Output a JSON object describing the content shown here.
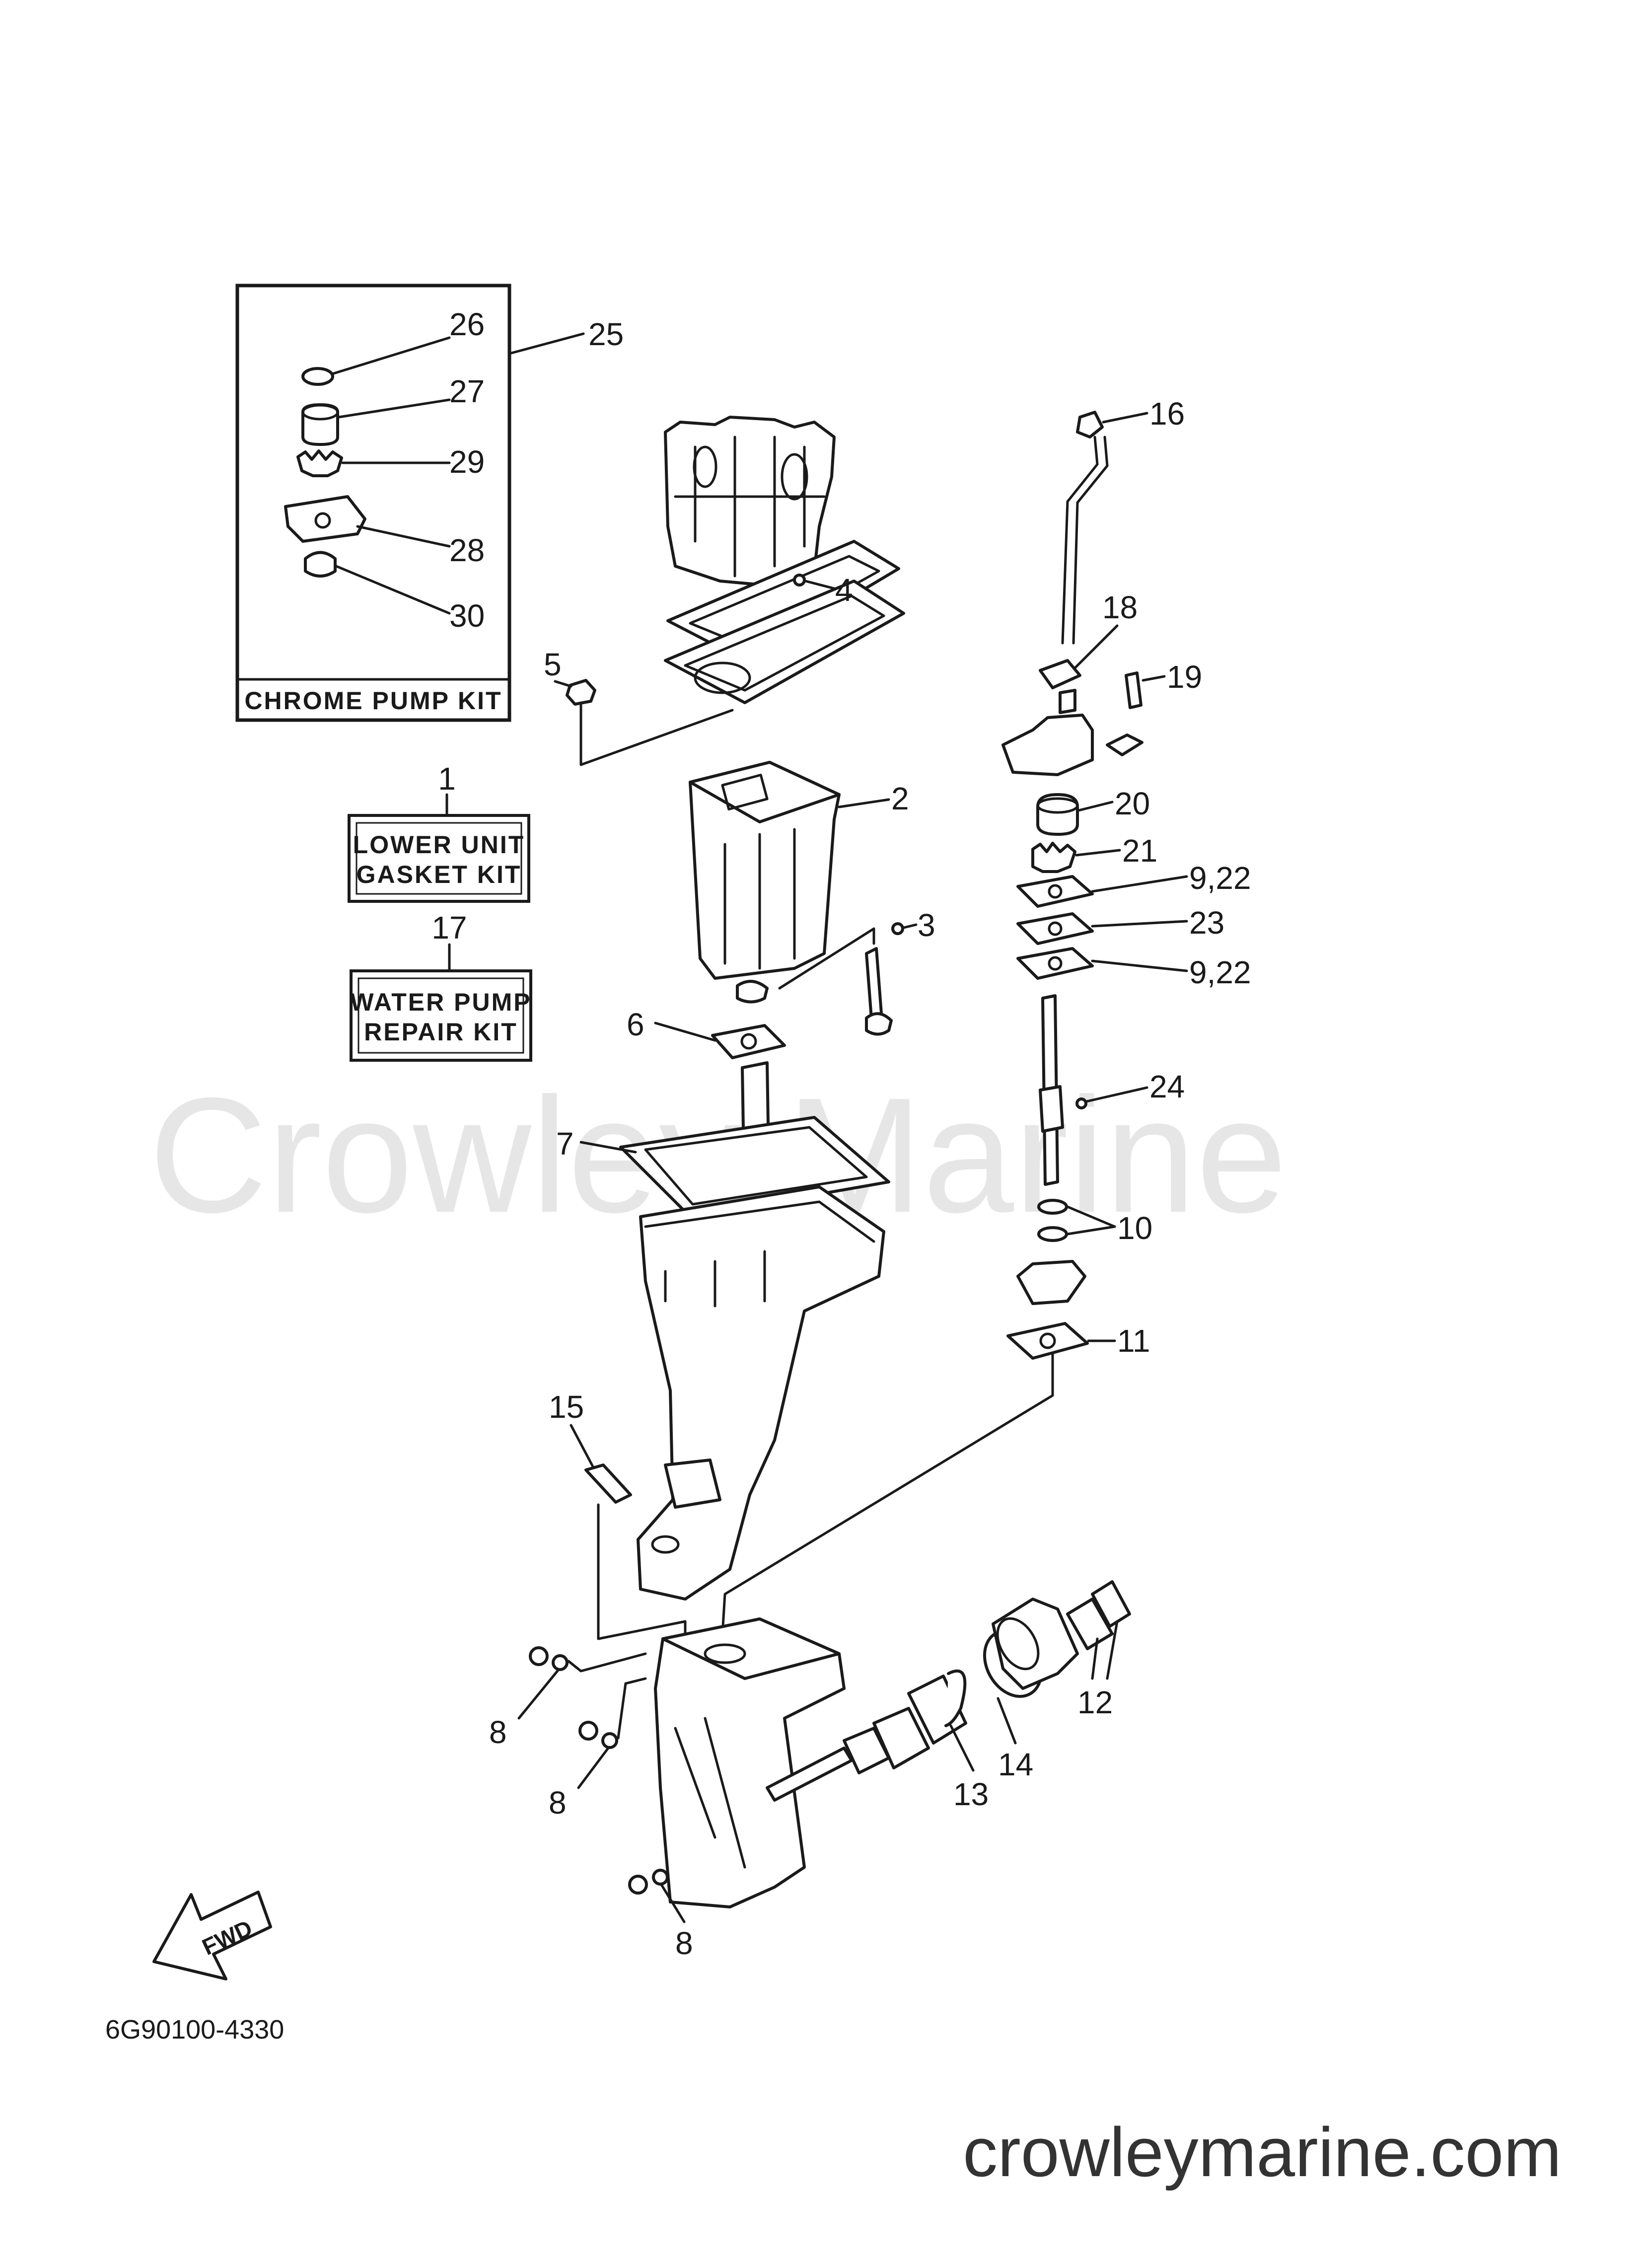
{
  "watermark": "Crowley Marine",
  "site": "crowleymarine.com",
  "diagram_code": "6G90100-4330",
  "fwd_label": "FWD",
  "kits": {
    "chrome_pump": {
      "number": "25",
      "title": "CHROME PUMP KIT"
    },
    "lower_unit_gasket": {
      "number": "1",
      "line1": "LOWER UNIT",
      "line2": "GASKET KIT"
    },
    "water_pump_repair": {
      "number": "17",
      "line1": "WATER PUMP",
      "line2": "REPAIR KIT"
    }
  },
  "callouts": {
    "c2": "2",
    "c3": "3",
    "c4": "4",
    "c5": "5",
    "c6": "6",
    "c7": "7",
    "c8": "8",
    "c10": "10",
    "c11": "11",
    "c12": "12",
    "c13": "13",
    "c14": "14",
    "c15": "15",
    "c16": "16",
    "c18": "18",
    "c19": "19",
    "c20": "20",
    "c21": "21",
    "c922": "9,22",
    "c23": "23",
    "c24": "24",
    "c26": "26",
    "c27": "27",
    "c28": "28",
    "c29": "29",
    "c30": "30"
  }
}
